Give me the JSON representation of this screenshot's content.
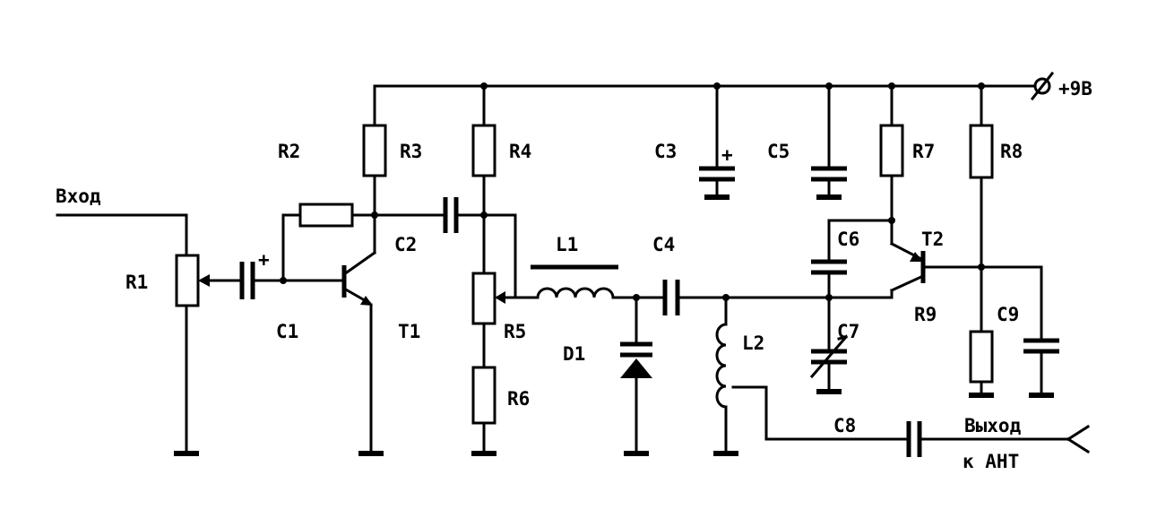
{
  "labels": {
    "supply": "+9В",
    "input": "Вход",
    "output_line1": "Выход",
    "output_line2": "к АНТ",
    "R1": "R1",
    "R2": "R2",
    "R3": "R3",
    "R4": "R4",
    "R5": "R5",
    "R6": "R6",
    "R7": "R7",
    "R8": "R8",
    "R9": "R9",
    "C1": "C1",
    "C2": "C2",
    "C3": "C3",
    "C4": "C4",
    "C5": "C5",
    "C6": "C6",
    "C7": "C7",
    "C8": "C8",
    "C9": "C9",
    "T1": "T1",
    "T2": "T2",
    "L1": "L1",
    "L2": "L2",
    "D1": "D1",
    "plus_c1": "+",
    "plus_c3": "+"
  }
}
